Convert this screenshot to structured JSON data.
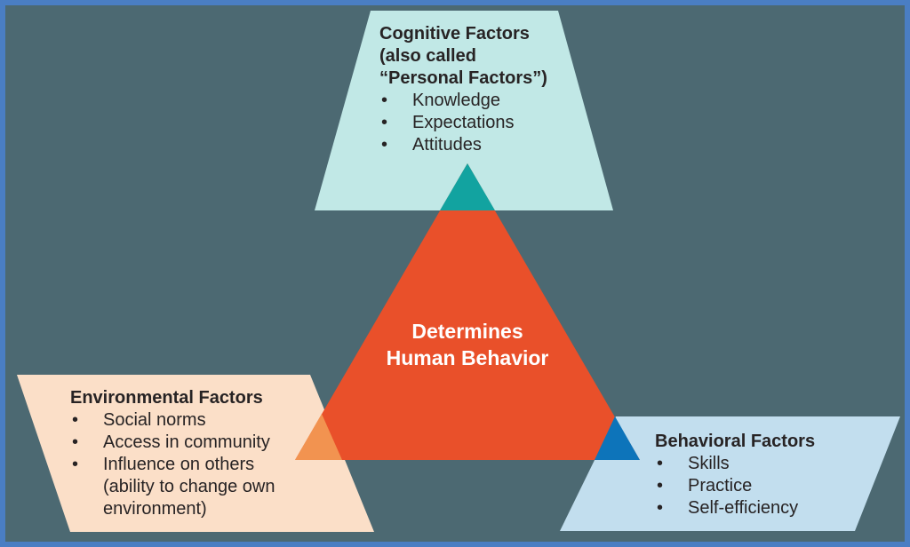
{
  "canvas": {
    "background": "#4c6972",
    "frame_color": "#4a7ec3"
  },
  "colors": {
    "cognitive_fill": "#c1e8e6",
    "environmental_fill": "#fbdfc8",
    "behavioral_fill": "#c2deee",
    "triangle_fill": "#e9502a",
    "tip_teal": "#12a3a0",
    "corner_orange": "#f29350",
    "corner_blue": "#0d74ba",
    "text_dark": "#272324"
  },
  "cognitive": {
    "title_lines": [
      "Cognitive Factors",
      "(also called",
      "“Personal Factors”)"
    ],
    "items": [
      {
        "marker": "•",
        "text": "Knowledge"
      },
      {
        "marker": "•",
        "text": "Expectations"
      },
      {
        "marker": "•",
        "text": "Attitudes"
      }
    ]
  },
  "environmental": {
    "title": "Environmental Factors",
    "items": [
      {
        "marker": "•",
        "text": "Social norms"
      },
      {
        "marker": "•",
        "text": "Access in community"
      },
      {
        "marker": "•",
        "text": "Influence on others"
      },
      {
        "marker": "",
        "text": "(ability to change own"
      },
      {
        "marker": "",
        "text": "environment)"
      }
    ]
  },
  "behavioral": {
    "title": "Behavioral Factors",
    "items": [
      {
        "marker": "•",
        "text": "Skills"
      },
      {
        "marker": "•",
        "text": "Practice"
      },
      {
        "marker": "•",
        "text": "Self-efficiency"
      }
    ]
  },
  "center": {
    "line1": "Determines",
    "line2": "Human Behavior"
  }
}
